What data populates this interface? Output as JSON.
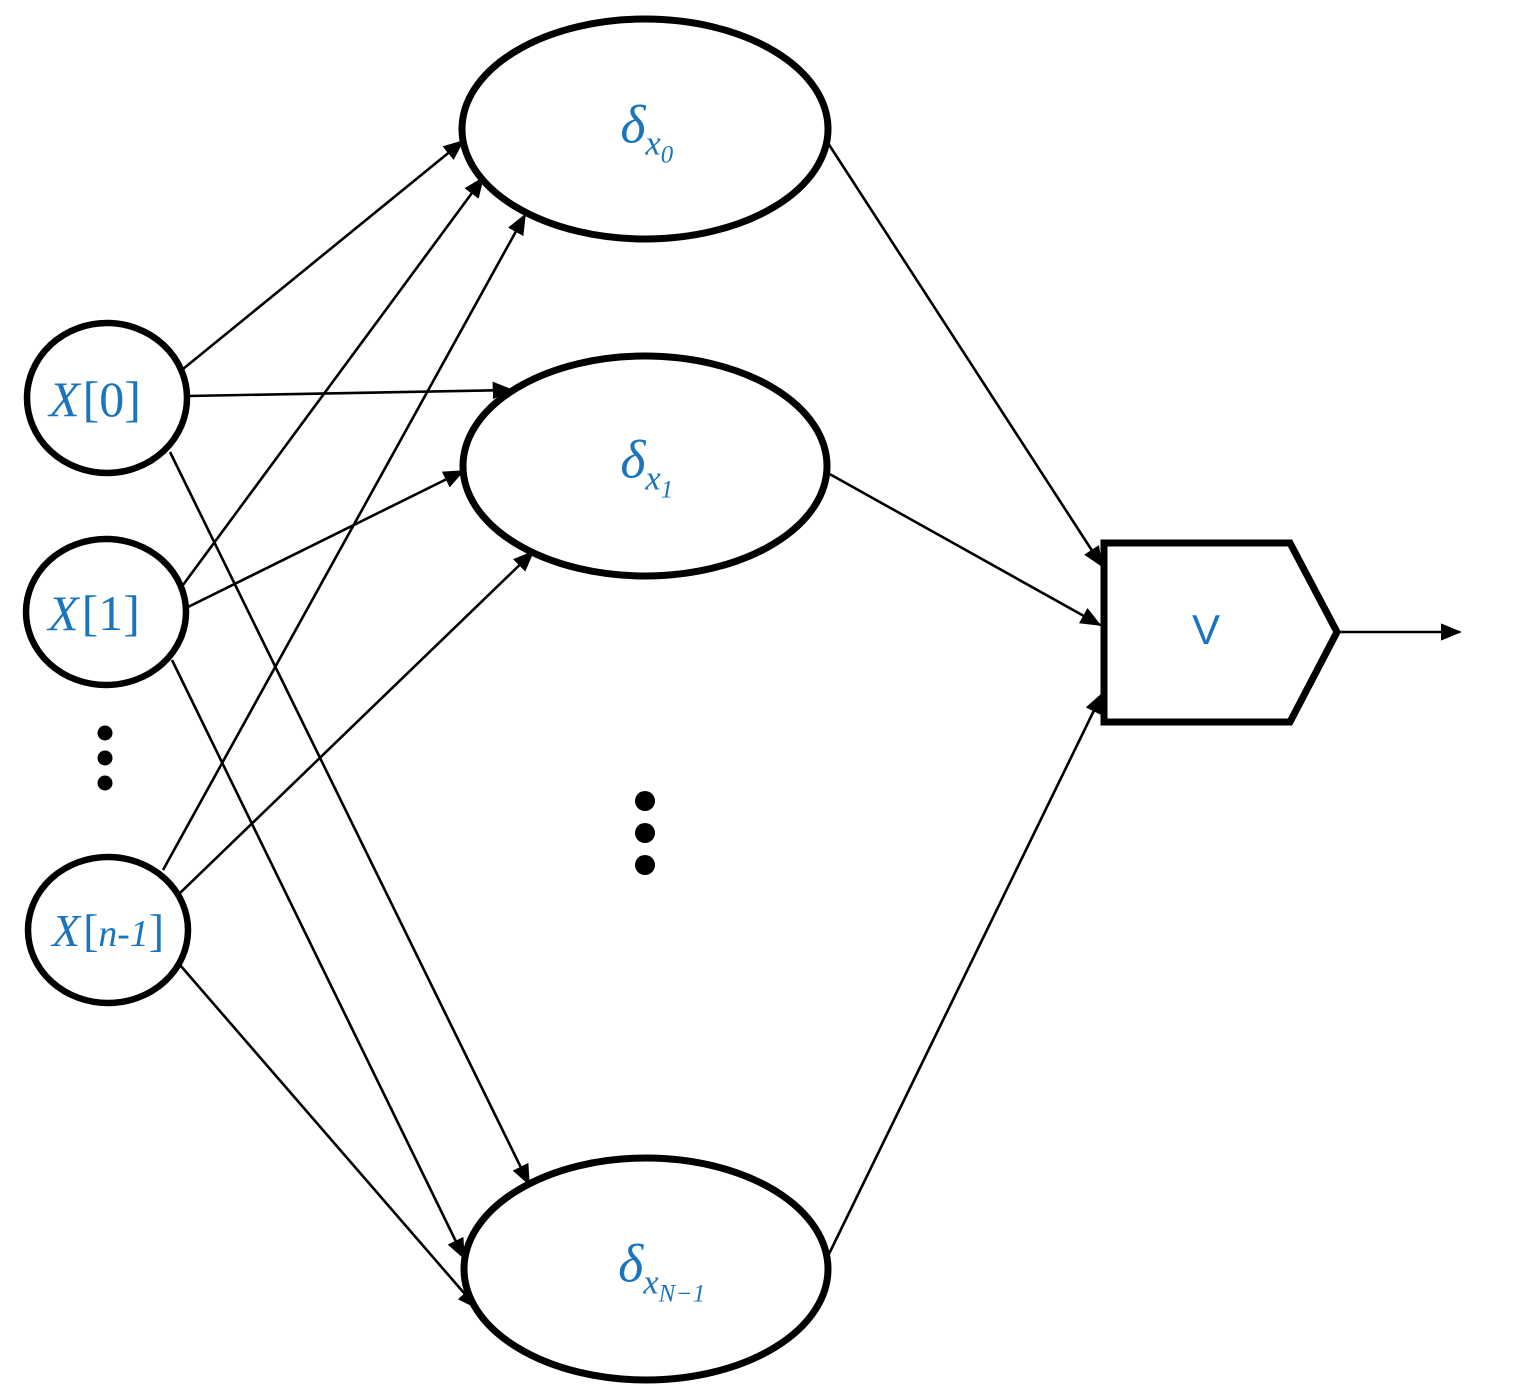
{
  "diagram_type": "signal-flow-network",
  "colors": {
    "shape_stroke": "#000000",
    "label_text": "#1B75BC",
    "background": "#FFFFFF"
  },
  "input_nodes": [
    {
      "var": "X",
      "open": "[",
      "index": "0",
      "close": "]"
    },
    {
      "var": "X",
      "open": "[",
      "index": "1",
      "close": "]"
    },
    {
      "var": "X",
      "open": "[",
      "index": "n-1",
      "close": "]"
    }
  ],
  "delta_nodes": [
    {
      "base": "δ",
      "sub": "x",
      "subsub": "0"
    },
    {
      "base": "δ",
      "sub": "x",
      "subsub": "1"
    },
    {
      "base": "δ",
      "sub": "x",
      "subsub": "N−1"
    }
  ],
  "output_node": {
    "label": "V"
  },
  "edges": [
    {
      "from": "X[0]",
      "to": "δ_x0"
    },
    {
      "from": "X[0]",
      "to": "δ_x1"
    },
    {
      "from": "X[0]",
      "to": "δ_xN−1"
    },
    {
      "from": "X[1]",
      "to": "δ_x0"
    },
    {
      "from": "X[1]",
      "to": "δ_x1"
    },
    {
      "from": "X[1]",
      "to": "δ_xN−1"
    },
    {
      "from": "X[n-1]",
      "to": "δ_x0"
    },
    {
      "from": "X[n-1]",
      "to": "δ_x1"
    },
    {
      "from": "X[n-1]",
      "to": "δ_xN−1"
    },
    {
      "from": "δ_x0",
      "to": "V"
    },
    {
      "from": "δ_x1",
      "to": "V"
    },
    {
      "from": "δ_xN−1",
      "to": "V"
    },
    {
      "from": "V",
      "to": "output"
    }
  ]
}
